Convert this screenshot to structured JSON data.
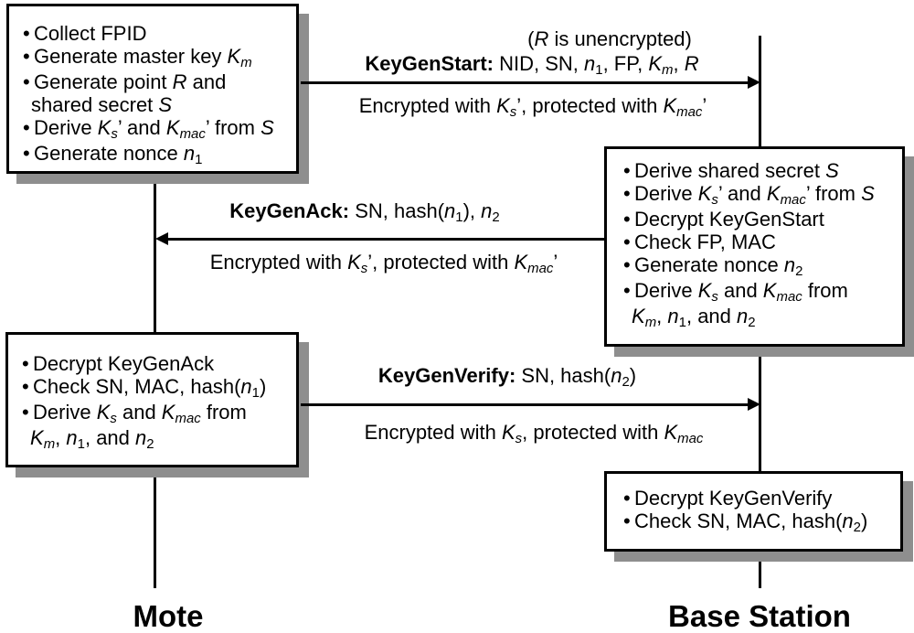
{
  "bullet_char": "•",
  "colors": {
    "background": "#ffffff",
    "box_background": "#ffffff",
    "box_border": "#000000",
    "box_shadow": "#8e8e8e",
    "text": "#000000",
    "line": "#000000"
  },
  "actors": [
    {
      "id": "mote",
      "label": "Mote"
    },
    {
      "id": "base-station",
      "label": "Base Station"
    }
  ],
  "boxes": [
    {
      "id": "mote-steps-1",
      "lines": [
        {
          "bullet": true,
          "segs": [
            {
              "t": "Collect FPID"
            }
          ]
        },
        {
          "bullet": true,
          "segs": [
            {
              "t": "Generate master key "
            },
            {
              "t": "K",
              "i": 1
            },
            {
              "t": "m",
              "i": 1,
              "s": 1
            }
          ]
        },
        {
          "bullet": true,
          "segs": [
            {
              "t": "Generate point "
            },
            {
              "t": "R",
              "i": 1
            },
            {
              "t": " and"
            }
          ]
        },
        {
          "bullet": false,
          "segs": [
            {
              "t": "shared secret "
            },
            {
              "t": "S",
              "i": 1
            }
          ]
        },
        {
          "bullet": true,
          "segs": [
            {
              "t": "Derive "
            },
            {
              "t": "K",
              "i": 1
            },
            {
              "t": "s",
              "i": 1,
              "s": 1
            },
            {
              "t": "’ and "
            },
            {
              "t": "K",
              "i": 1
            },
            {
              "t": "mac",
              "i": 1,
              "s": 1
            },
            {
              "t": "’ from "
            },
            {
              "t": "S",
              "i": 1
            }
          ]
        },
        {
          "bullet": true,
          "segs": [
            {
              "t": "Generate nonce "
            },
            {
              "t": "n",
              "i": 1
            },
            {
              "t": "1",
              "s": 1
            }
          ]
        }
      ]
    },
    {
      "id": "base-station-steps-1",
      "lines": [
        {
          "bullet": true,
          "segs": [
            {
              "t": "Derive shared secret "
            },
            {
              "t": "S",
              "i": 1
            }
          ]
        },
        {
          "bullet": true,
          "segs": [
            {
              "t": "Derive "
            },
            {
              "t": "K",
              "i": 1
            },
            {
              "t": "s",
              "i": 1,
              "s": 1
            },
            {
              "t": "’ and "
            },
            {
              "t": "K",
              "i": 1
            },
            {
              "t": "mac",
              "i": 1,
              "s": 1
            },
            {
              "t": "’ from "
            },
            {
              "t": "S",
              "i": 1
            }
          ]
        },
        {
          "bullet": true,
          "segs": [
            {
              "t": "Decrypt KeyGenStart"
            }
          ]
        },
        {
          "bullet": true,
          "segs": [
            {
              "t": "Check FP, MAC"
            }
          ]
        },
        {
          "bullet": true,
          "segs": [
            {
              "t": "Generate nonce "
            },
            {
              "t": "n",
              "i": 1
            },
            {
              "t": "2",
              "s": 1
            }
          ]
        },
        {
          "bullet": true,
          "segs": [
            {
              "t": "Derive "
            },
            {
              "t": "K",
              "i": 1
            },
            {
              "t": "s",
              "i": 1,
              "s": 1
            },
            {
              "t": " and "
            },
            {
              "t": "K",
              "i": 1
            },
            {
              "t": "mac",
              "i": 1,
              "s": 1
            },
            {
              "t": " from"
            }
          ]
        },
        {
          "bullet": false,
          "segs": [
            {
              "t": "K",
              "i": 1
            },
            {
              "t": "m",
              "i": 1,
              "s": 1
            },
            {
              "t": ", "
            },
            {
              "t": "n",
              "i": 1
            },
            {
              "t": "1",
              "s": 1
            },
            {
              "t": ", and "
            },
            {
              "t": "n",
              "i": 1
            },
            {
              "t": "2",
              "s": 1
            }
          ]
        }
      ]
    },
    {
      "id": "mote-steps-2",
      "lines": [
        {
          "bullet": true,
          "segs": [
            {
              "t": "Decrypt KeyGenAck"
            }
          ]
        },
        {
          "bullet": true,
          "segs": [
            {
              "t": "Check SN, MAC, hash("
            },
            {
              "t": "n",
              "i": 1
            },
            {
              "t": "1",
              "s": 1
            },
            {
              "t": ")"
            }
          ]
        },
        {
          "bullet": true,
          "segs": [
            {
              "t": "Derive "
            },
            {
              "t": "K",
              "i": 1
            },
            {
              "t": "s",
              "i": 1,
              "s": 1
            },
            {
              "t": " and "
            },
            {
              "t": "K",
              "i": 1
            },
            {
              "t": "mac",
              "i": 1,
              "s": 1
            },
            {
              "t": " from"
            }
          ]
        },
        {
          "bullet": false,
          "segs": [
            {
              "t": "K",
              "i": 1
            },
            {
              "t": "m",
              "i": 1,
              "s": 1
            },
            {
              "t": ", "
            },
            {
              "t": "n",
              "i": 1
            },
            {
              "t": "1",
              "s": 1
            },
            {
              "t": ", and "
            },
            {
              "t": "n",
              "i": 1
            },
            {
              "t": "2",
              "s": 1
            }
          ]
        }
      ]
    },
    {
      "id": "base-station-steps-2",
      "lines": [
        {
          "bullet": true,
          "segs": [
            {
              "t": "Decrypt KeyGenVerify"
            }
          ]
        },
        {
          "bullet": true,
          "segs": [
            {
              "t": "Check SN, MAC, hash("
            },
            {
              "t": "n",
              "i": 1
            },
            {
              "t": "2",
              "s": 1
            },
            {
              "t": ")"
            }
          ]
        }
      ]
    }
  ],
  "messages": [
    {
      "id": "keygenstart",
      "direction": "right",
      "note": [
        {
          "t": "("
        },
        {
          "t": "R",
          "i": 1
        },
        {
          "t": " is unencrypted)"
        }
      ],
      "label": [
        {
          "t": "KeyGenStart:",
          "b": 1
        },
        {
          "t": " NID, SN, "
        },
        {
          "t": "n",
          "i": 1
        },
        {
          "t": "1",
          "s": 1
        },
        {
          "t": ", FP, "
        },
        {
          "t": "K",
          "i": 1
        },
        {
          "t": "m",
          "i": 1,
          "s": 1
        },
        {
          "t": ", "
        },
        {
          "t": "R",
          "i": 1
        }
      ],
      "sublabel": [
        {
          "t": "Encrypted with "
        },
        {
          "t": "K",
          "i": 1
        },
        {
          "t": "s",
          "i": 1,
          "s": 1
        },
        {
          "t": "’, protected with "
        },
        {
          "t": "K",
          "i": 1
        },
        {
          "t": "mac",
          "i": 1,
          "s": 1
        },
        {
          "t": "’"
        }
      ]
    },
    {
      "id": "keygenack",
      "direction": "left",
      "label": [
        {
          "t": "KeyGenAck:",
          "b": 1
        },
        {
          "t": " SN, hash("
        },
        {
          "t": "n",
          "i": 1
        },
        {
          "t": "1",
          "s": 1
        },
        {
          "t": "), "
        },
        {
          "t": "n",
          "i": 1
        },
        {
          "t": "2",
          "s": 1
        }
      ],
      "sublabel": [
        {
          "t": "Encrypted with "
        },
        {
          "t": "K",
          "i": 1
        },
        {
          "t": "s",
          "i": 1,
          "s": 1
        },
        {
          "t": "’, protected with "
        },
        {
          "t": "K",
          "i": 1
        },
        {
          "t": "mac",
          "i": 1,
          "s": 1
        },
        {
          "t": "’"
        }
      ]
    },
    {
      "id": "keygenverify",
      "direction": "right",
      "label": [
        {
          "t": "KeyGenVerify:",
          "b": 1
        },
        {
          "t": " SN, hash("
        },
        {
          "t": "n",
          "i": 1
        },
        {
          "t": "2",
          "s": 1
        },
        {
          "t": ")"
        }
      ],
      "sublabel": [
        {
          "t": "Encrypted with "
        },
        {
          "t": "K",
          "i": 1
        },
        {
          "t": "s",
          "i": 1,
          "s": 1
        },
        {
          "t": ", protected with "
        },
        {
          "t": "K",
          "i": 1
        },
        {
          "t": "mac",
          "i": 1,
          "s": 1
        }
      ]
    }
  ]
}
